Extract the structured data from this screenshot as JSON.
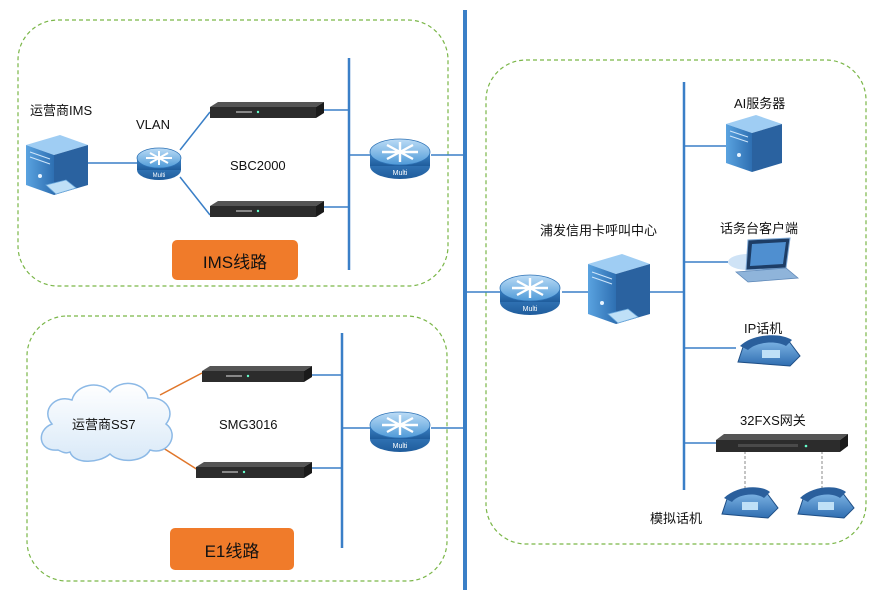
{
  "labels": {
    "ims_carrier": "运营商IMS",
    "vlan": "VLAN",
    "sbc": "SBC2000",
    "ss7_carrier": "运营商SS7",
    "smg": "SMG3016",
    "ims_line": "IMS线路",
    "e1_line": "E1线路",
    "callcenter": "浦发信用卡呼叫中心",
    "ai_server": "AI服务器",
    "console_client": "话务台客户端",
    "ip_phone": "IP话机",
    "fxs_gateway": "32FXS网关",
    "analog_phone": "模拟话机"
  },
  "router_text": "Multi",
  "colors": {
    "backbone": "#3a7fc7",
    "dashed_border": "#7ab648",
    "tag_fill": "#f07b2a",
    "ss7_link": "#e0762a",
    "router_body": "#4a90d0"
  }
}
